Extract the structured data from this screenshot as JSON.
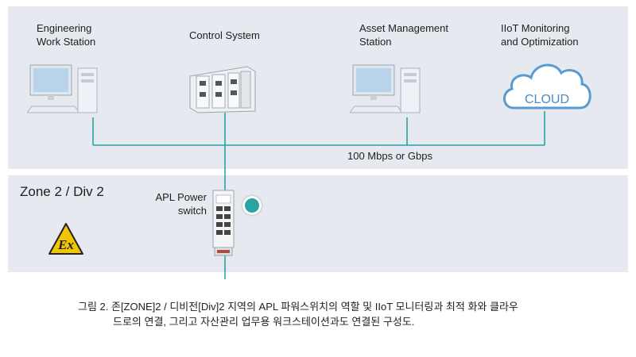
{
  "diagram": {
    "nodes": {
      "engineering": "Engineering\nWork Station",
      "control": "Control System",
      "asset": "Asset Management\nStation",
      "iiot": "IIoT Monitoring\nand Optimization",
      "cloud": "CLOUD"
    },
    "network_speed": "100 Mbps or Gbps",
    "zone": "Zone 2 / Div 2",
    "apl_switch": "APL Power\nswitch",
    "hazard_symbol": "Ex",
    "colors": {
      "wire": "#2aa3a3",
      "panel": "#e6e9ef",
      "hazard": "#f2c500"
    }
  },
  "caption": {
    "line1": "그림 2. 존[ZONE]2 / 디비전[Div]2 지역의 APL 파워스위치의 역할 및 IIoT 모니터링과 최적 화와 클라우",
    "line2": "드로의 연결, 그리고 자산관리 업무용 워크스테이션과도 연결된 구성도."
  }
}
